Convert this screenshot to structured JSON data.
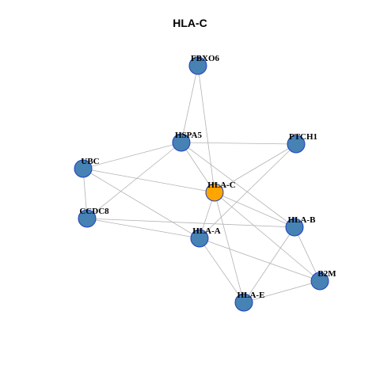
{
  "title": "HLA-C",
  "colors": {
    "center": "#FFA500",
    "default": "#4682B4",
    "border": "#1f3fbf",
    "edge": "#b3b3b3"
  },
  "nodes": [
    {
      "id": "FBXO6",
      "label": "FBXO6",
      "center": false
    },
    {
      "id": "HSPA5",
      "label": "HSPA5",
      "center": false
    },
    {
      "id": "PTCH1",
      "label": "PTCH1",
      "center": false
    },
    {
      "id": "UBC",
      "label": "UBC",
      "center": false
    },
    {
      "id": "HLA-C",
      "label": "HLA-C",
      "center": true
    },
    {
      "id": "CCDC8",
      "label": "CCDC8",
      "center": false
    },
    {
      "id": "HLA-B",
      "label": "HLA-B",
      "center": false
    },
    {
      "id": "HLA-A",
      "label": "HLA-A",
      "center": false
    },
    {
      "id": "B2M",
      "label": "B2M",
      "center": false
    },
    {
      "id": "HLA-E",
      "label": "HLA-E",
      "center": false
    }
  ],
  "edges": [
    [
      "FBXO6",
      "HSPA5"
    ],
    [
      "FBXO6",
      "HLA-C"
    ],
    [
      "HSPA5",
      "PTCH1"
    ],
    [
      "HSPA5",
      "UBC"
    ],
    [
      "HSPA5",
      "HLA-C"
    ],
    [
      "HSPA5",
      "CCDC8"
    ],
    [
      "HSPA5",
      "HLA-B"
    ],
    [
      "UBC",
      "CCDC8"
    ],
    [
      "UBC",
      "HLA-C"
    ],
    [
      "UBC",
      "HLA-A"
    ],
    [
      "PTCH1",
      "HLA-C"
    ],
    [
      "PTCH1",
      "HLA-A"
    ],
    [
      "HLA-C",
      "HLA-A"
    ],
    [
      "HLA-C",
      "HLA-B"
    ],
    [
      "HLA-C",
      "B2M"
    ],
    [
      "HLA-C",
      "HLA-E"
    ],
    [
      "CCDC8",
      "HLA-A"
    ],
    [
      "CCDC8",
      "HLA-B"
    ],
    [
      "HLA-A",
      "B2M"
    ],
    [
      "HLA-A",
      "HLA-E"
    ],
    [
      "HLA-B",
      "B2M"
    ],
    [
      "HLA-B",
      "HLA-E"
    ],
    [
      "HLA-E",
      "B2M"
    ]
  ]
}
